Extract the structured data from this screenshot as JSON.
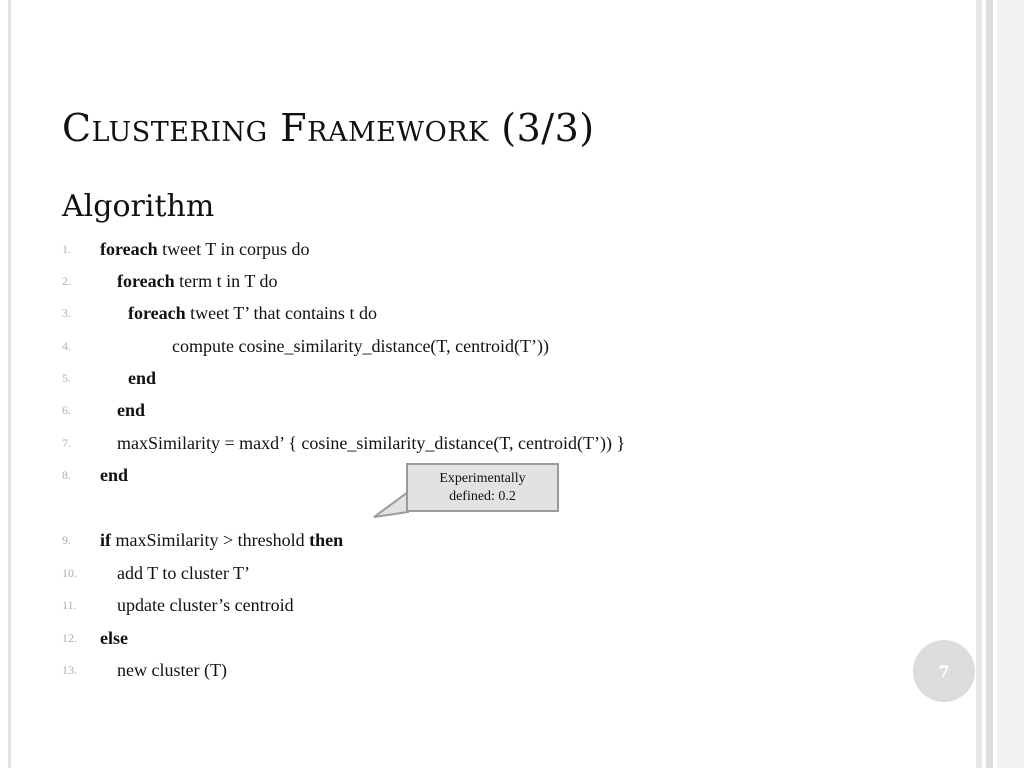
{
  "slide": {
    "title": "Clustering Framework (3/3)",
    "subtitle": "Algorithm",
    "page_number": "7"
  },
  "algorithm": {
    "lines": [
      {
        "num": "1.",
        "kw1": "foreach",
        "text": " tweet T in corpus do",
        "kw2": ""
      },
      {
        "num": "2.",
        "kw1": "foreach",
        "text": " term t in T do",
        "kw2": ""
      },
      {
        "num": "3.",
        "kw1": "foreach",
        "text": " tweet T’ that contains t do",
        "kw2": ""
      },
      {
        "num": "4.",
        "kw1": "",
        "text": "compute cosine_similarity_distance(T, centroid(T’))",
        "kw2": ""
      },
      {
        "num": "5.",
        "kw1": "end",
        "text": "",
        "kw2": ""
      },
      {
        "num": "6.",
        "kw1": "end",
        "text": "",
        "kw2": ""
      },
      {
        "num": "7.",
        "kw1": "",
        "text": "maxSimilarity = maxd’ { cosine_similarity_distance(T, centroid(T’)) }",
        "kw2": ""
      },
      {
        "num": "8.",
        "kw1": "end",
        "text": "",
        "kw2": ""
      },
      {
        "num": "9.",
        "kw1": "if",
        "text": " maxSimilarity > threshold ",
        "kw2": "then"
      },
      {
        "num": "10.",
        "kw1": "",
        "text": "add T to cluster T’",
        "kw2": ""
      },
      {
        "num": "11.",
        "kw1": "",
        "text": "update cluster’s centroid",
        "kw2": ""
      },
      {
        "num": "12.",
        "kw1": "else",
        "text": "",
        "kw2": ""
      },
      {
        "num": "13.",
        "kw1": "",
        "text": "new cluster (T)",
        "kw2": ""
      }
    ]
  },
  "callout": {
    "line1": "Experimentally",
    "line2": "defined: 0.2"
  }
}
